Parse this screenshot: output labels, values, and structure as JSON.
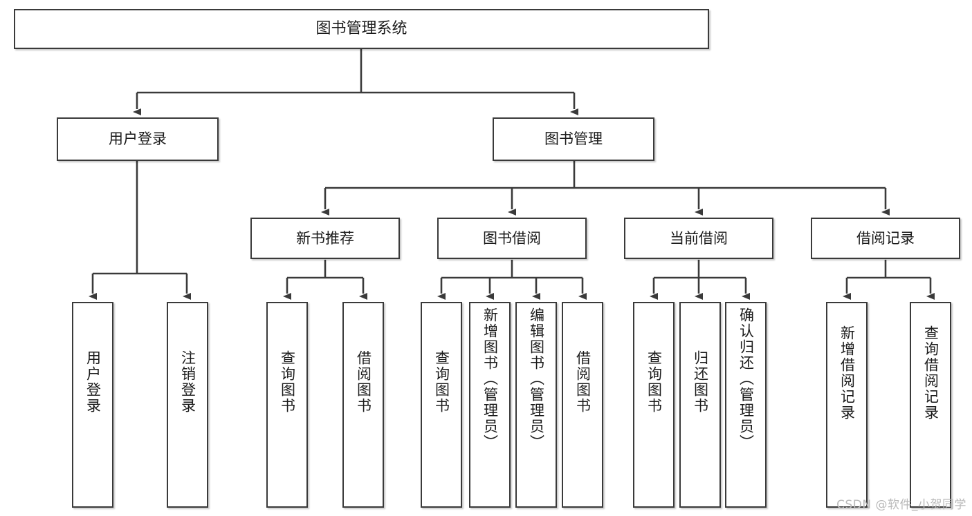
{
  "diagram": {
    "title": "图书管理系统",
    "watermark": "CSDN @软件_小贺同学",
    "line_color": "#3a3a3a",
    "box_border_color": "#3a3a3a",
    "box_fill_color": "#ffffff",
    "text_color": "#1b1b1b",
    "watermark_color": "#b9b9b9"
  },
  "nodes": {
    "root": {
      "label": "图书管理系统"
    },
    "level2": [
      {
        "label": "用户登录"
      },
      {
        "label": "图书管理"
      }
    ],
    "level3": [
      {
        "label": "新书推荐"
      },
      {
        "label": "图书借阅"
      },
      {
        "label": "当前借阅"
      },
      {
        "label": "借阅记录"
      }
    ],
    "leaves": {
      "user_login": [
        {
          "label": "用户登录"
        },
        {
          "label": "注销登录"
        }
      ],
      "new_book_recommend": [
        {
          "label": "查询图书"
        },
        {
          "label": "借阅图书"
        }
      ],
      "book_borrow": [
        {
          "label": "查询图书"
        },
        {
          "label": "新增图书（管理员）"
        },
        {
          "label": "编辑图书（管理员）"
        },
        {
          "label": "借阅图书"
        }
      ],
      "current_borrow": [
        {
          "label": "查询图书"
        },
        {
          "label": "归还图书"
        },
        {
          "label": "确认归还（管理员）"
        }
      ],
      "borrow_record": [
        {
          "label": "新增借阅记录"
        },
        {
          "label": "查询借阅记录"
        }
      ]
    }
  }
}
